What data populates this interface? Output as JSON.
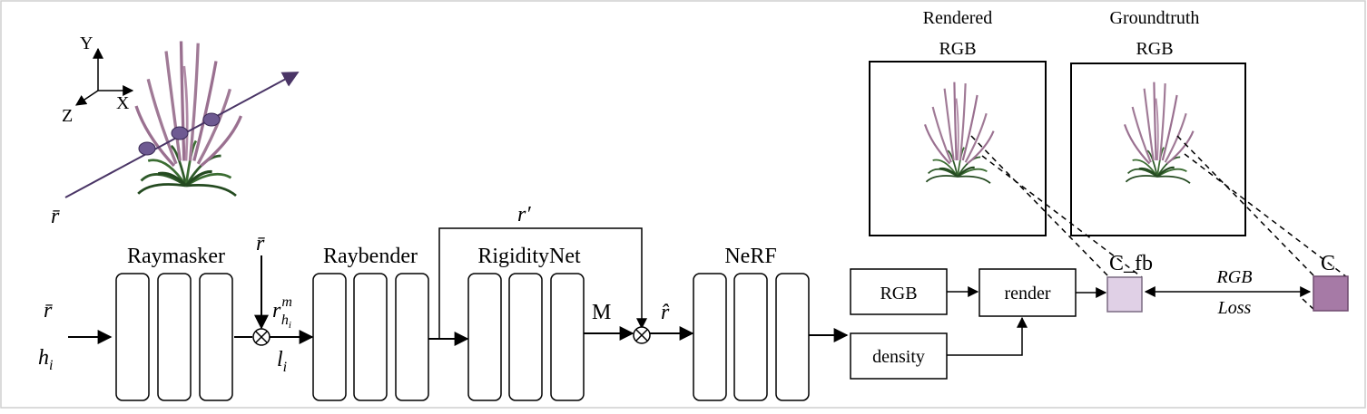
{
  "axes": {
    "y": "Y",
    "x": "X",
    "z": "Z"
  },
  "scene_ray": {
    "label": "r̄"
  },
  "modules": {
    "raymasker": "Raymasker",
    "raybender": "Raybender",
    "rigiditynet": "RigidityNet",
    "nerf": "NeRF"
  },
  "signals": {
    "input_ray": "r̄",
    "input_h_base": "h",
    "input_h_sub": "i",
    "top_ray": "r̄",
    "masked_base": "r",
    "masked_sup": "m",
    "masked_sub_h": "h",
    "masked_sub_i": "i",
    "l_base": "l",
    "l_sub": "i",
    "r_prime": "r′",
    "mask": "M",
    "r_hat": "r̂"
  },
  "outputs": {
    "rgb": "RGB",
    "density": "density",
    "render": "render"
  },
  "images": {
    "rendered_line1": "Rendered",
    "rendered_line2": "RGB",
    "groundtruth_line1": "Groundtruth",
    "groundtruth_line2": "RGB"
  },
  "loss": {
    "c_fb": "C_fb",
    "c": "C",
    "line1": "RGB",
    "line2": "Loss"
  },
  "colors": {
    "ray": "#4a3566",
    "sample_point": "#6e5a92",
    "c_fb_fill": "#e0d0e6",
    "c_fill": "#a67aa6",
    "flower": "#a07a96",
    "grass": "#2f5a2a"
  }
}
